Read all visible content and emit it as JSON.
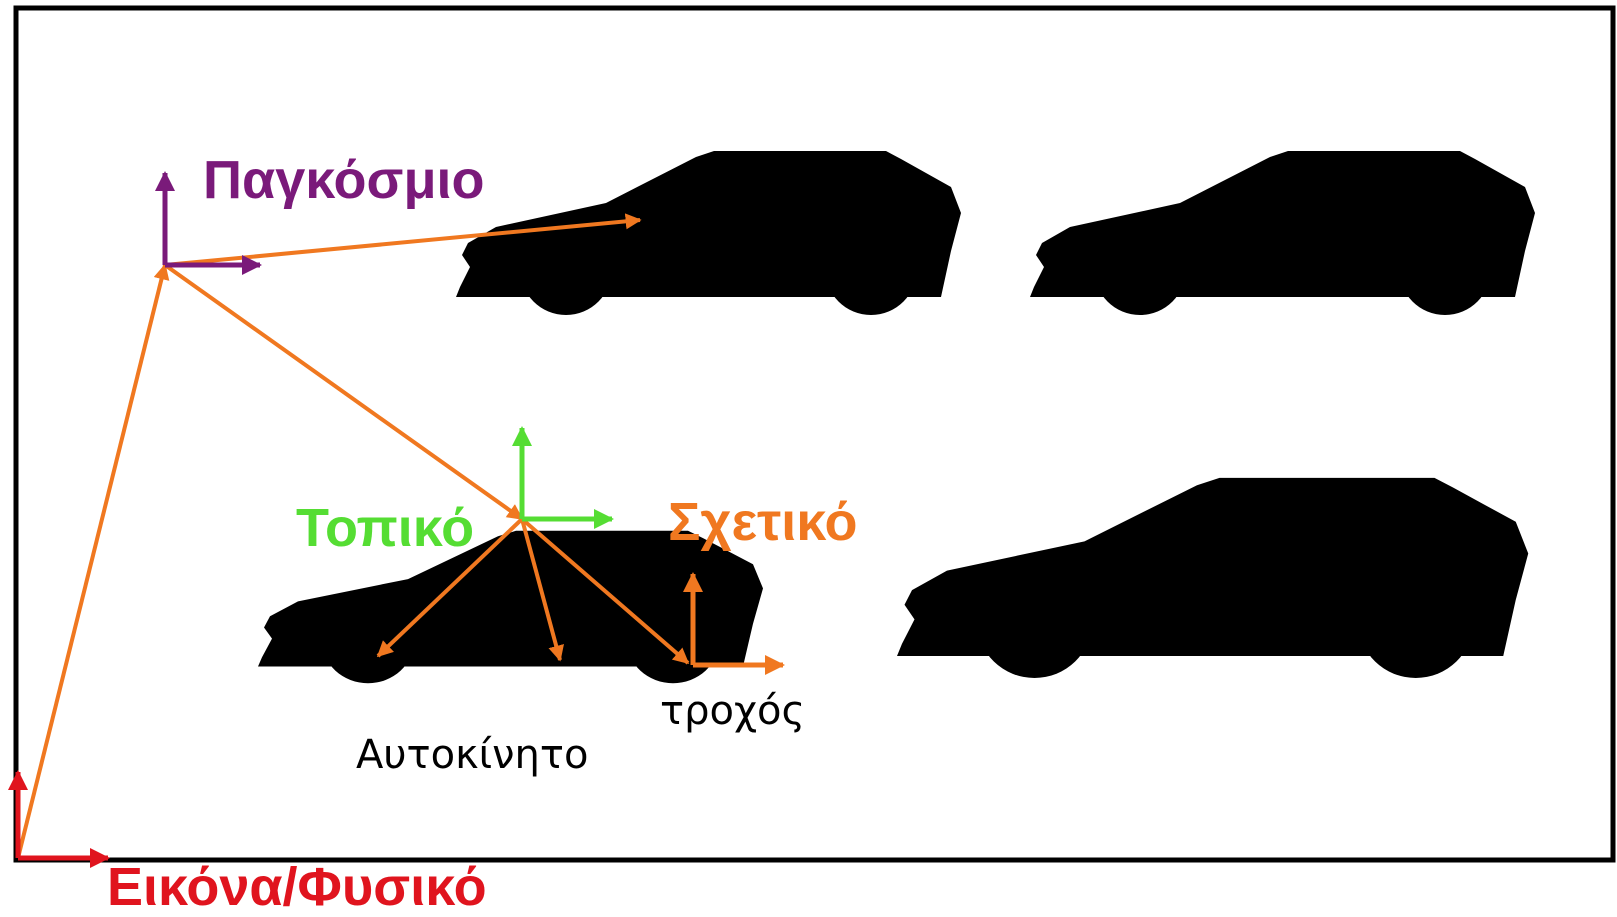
{
  "labels": {
    "world": "Παγκόσμιο",
    "local": "Τοπικό",
    "relative": "Σχετικό",
    "image": "Εικόνα/Φυσικό",
    "car": "Αυτοκίνητο",
    "wheel": "τροχός"
  },
  "colors": {
    "world": "#7a1a7a",
    "local": "#55dd33",
    "relative": "#f07820",
    "image": "#e0141e",
    "frame": "#000000"
  }
}
